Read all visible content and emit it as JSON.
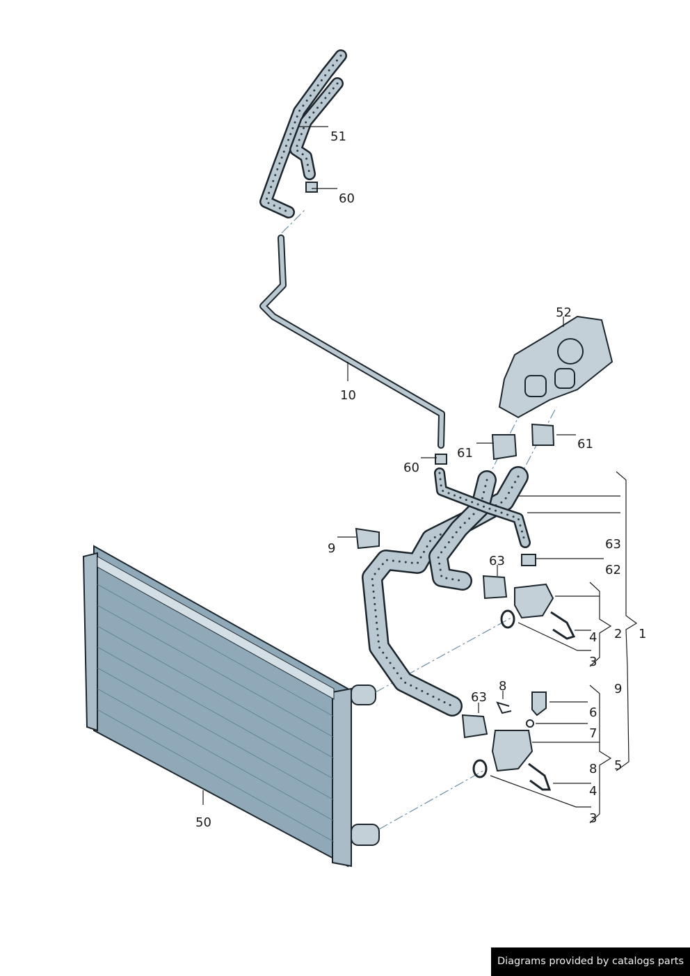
{
  "diagram": {
    "title": "Radiator and coolant hoses exploded parts diagram",
    "labels": [
      "51",
      "60",
      "52",
      "10",
      "61",
      "61",
      "60",
      "9",
      "63",
      "62",
      "63",
      "4",
      "2",
      "1",
      "3",
      "9",
      "8",
      "63",
      "6",
      "7",
      "5",
      "8",
      "4",
      "3",
      "50"
    ],
    "colors": {
      "part_fill": "#c3d0d8",
      "radiator_fill": "#8fa9b8",
      "outline": "#1c252c",
      "axis": "#6d8ea3"
    }
  },
  "footer": {
    "credit": "Diagrams provided by catalogs parts"
  }
}
